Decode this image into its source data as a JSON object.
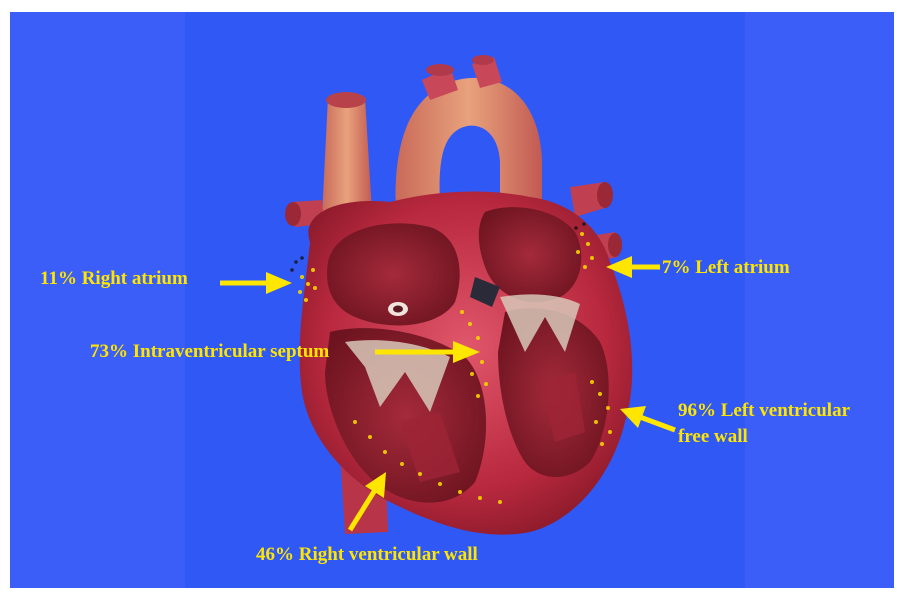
{
  "labels": {
    "right_atrium": "11% Right atrium",
    "left_atrium": "7% Left atrium",
    "septum": "73% Intraventricular septum",
    "lv_free_wall_line1": "96% Left ventricular",
    "lv_free_wall_line2": "free wall",
    "rv_wall": "46% Right ventricular wall"
  },
  "colors": {
    "background": "#3a5ef7",
    "label": "#ffe600",
    "arrow": "#ffe600",
    "heart_tissue": "#c8344a",
    "heart_interior": "#8e1e2c",
    "vessel": "#d8856a"
  }
}
